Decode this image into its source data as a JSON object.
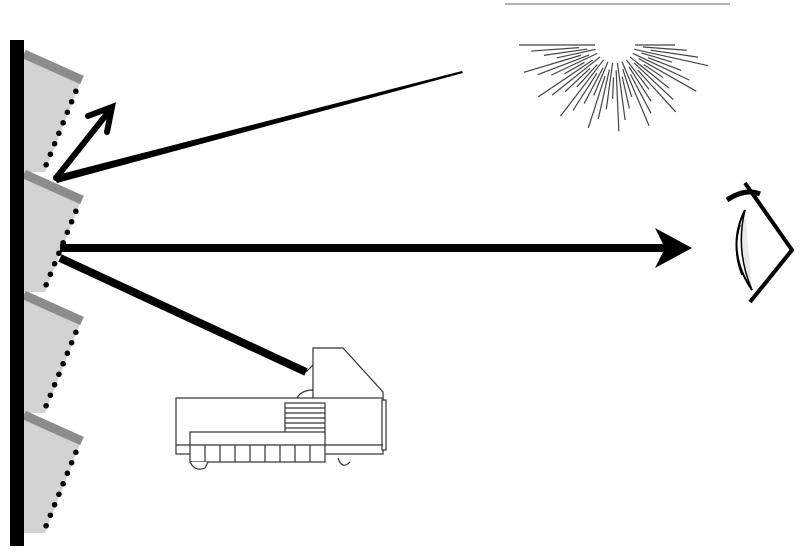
{
  "diagram": {
    "elements": [
      "wall",
      "screen-panels",
      "sun-icon",
      "eye-icon",
      "projector-icon",
      "ambient-light-ray",
      "reflected-ray",
      "projected-image-ray",
      "projector-beam"
    ],
    "panel_count": 4,
    "colors": {
      "ink": "#000000",
      "panel_fill": "#d3d3d3",
      "panel_edge": "#8c8c8c",
      "background": "#ffffff"
    }
  }
}
